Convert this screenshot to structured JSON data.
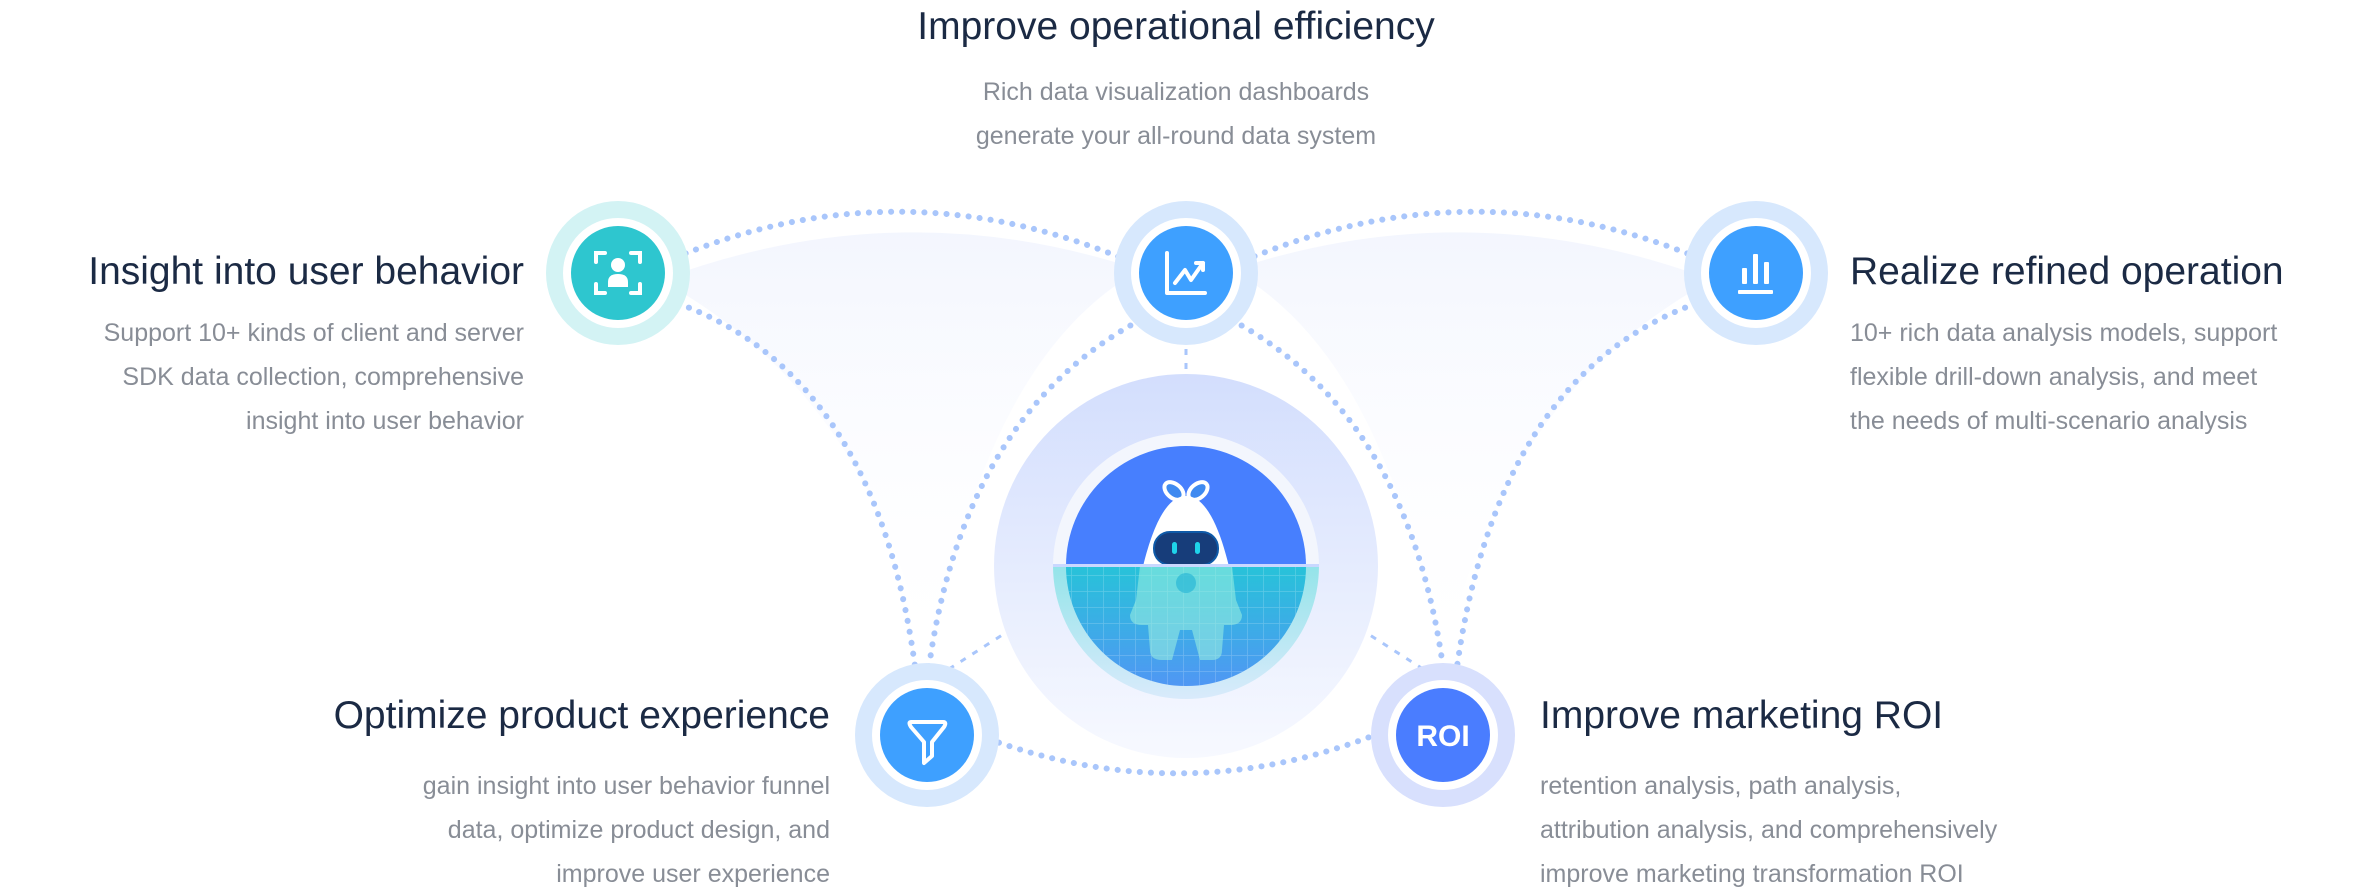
{
  "top": {
    "title": "Improve operational efficiency",
    "desc": [
      "Rich data visualization dashboards",
      "generate your all-round data system"
    ],
    "icon": "line-chart-icon"
  },
  "user_behavior": {
    "title": "Insight into user behavior",
    "desc": [
      "Support 10+ kinds of client and server",
      "SDK data collection, comprehensive",
      "insight into user behavior"
    ],
    "icon": "user-scan-icon"
  },
  "refined_operation": {
    "title": "Realize refined operation",
    "desc": [
      "10+ rich data analysis models, support",
      "flexible drill-down analysis, and meet",
      "the needs of multi-scenario analysis"
    ],
    "icon": "bar-chart-icon"
  },
  "product_experience": {
    "title": "Optimize product experience",
    "desc": [
      "gain insight into user behavior funnel",
      "data, optimize product design, and",
      "improve user experience"
    ],
    "icon": "funnel-icon"
  },
  "marketing_roi": {
    "title": "Improve marketing ROI",
    "desc": [
      "retention analysis, path analysis,",
      "attribution analysis, and comprehensively",
      "improve marketing transformation ROI"
    ],
    "icon": "roi-icon",
    "icon_text": "ROI"
  },
  "colors": {
    "teal": "#2ec6cf",
    "blue": "#3ea0ff",
    "indigo": "#4a7dff",
    "title": "#1b2a44",
    "desc": "#888d96"
  }
}
